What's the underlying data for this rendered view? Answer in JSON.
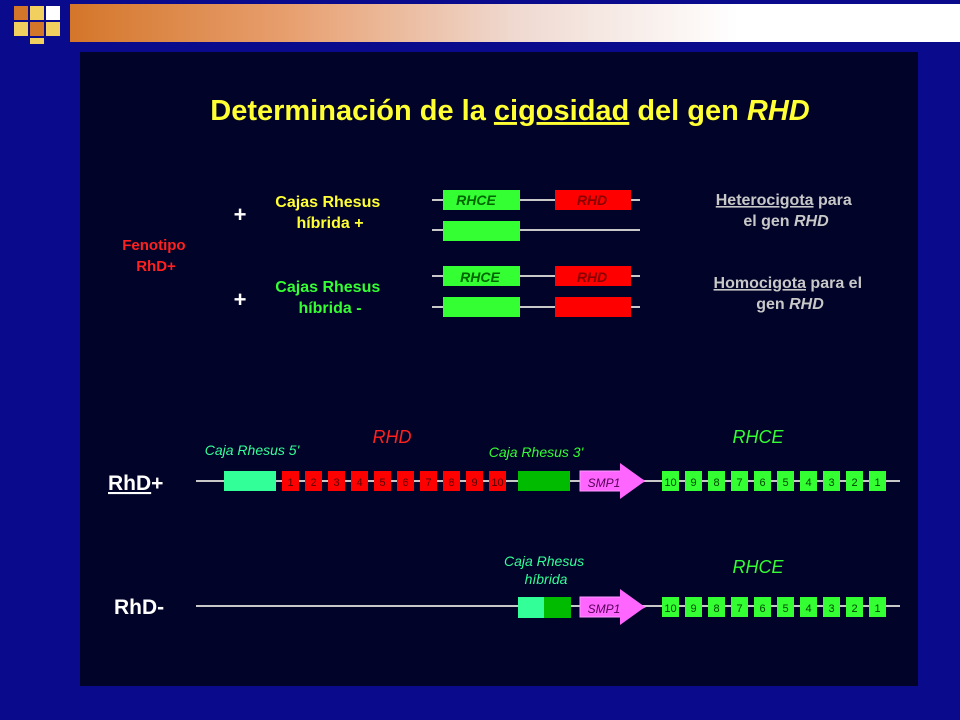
{
  "title": {
    "prefix": "Determinación de la ",
    "underlined": "cigosidad",
    "middle": " del gen ",
    "gene": "RHD"
  },
  "phenotype_label": {
    "line1": "Fenotipo",
    "line2": "RhD+"
  },
  "rows": [
    {
      "sign": "+",
      "box_line1": "Cajas Rhesus",
      "box_line2": "híbrida +",
      "gene_a": "RHCE",
      "gene_b": "RHD",
      "result_line1_underlined": "Heterocigota",
      "result_line1_rest": " para",
      "result_line2_prefix": "el gen ",
      "result_line2_gene": "RHD"
    },
    {
      "sign": "+",
      "box_line1": "Cajas Rhesus",
      "box_line2": "híbrida -",
      "gene_a": "RHCE",
      "gene_b": "RHD",
      "result_line1_underlined": "Homocigota",
      "result_line1_rest": " para el",
      "result_line2_prefix": "gen ",
      "result_line2_gene": "RHD"
    }
  ],
  "locus_pos": {
    "label_main": "RhD",
    "label_sign": "+",
    "rhesus5": "Caja Rhesus 5'",
    "rhd": "RHD",
    "rhesus3": "Caja Rhesus 3'",
    "rhce": "RHCE",
    "smp1": "SMP1",
    "rhd_exons": [
      "1",
      "2",
      "3",
      "4",
      "5",
      "6",
      "7",
      "8",
      "9",
      "10"
    ],
    "rhce_exons": [
      "10",
      "9",
      "8",
      "7",
      "6",
      "5",
      "4",
      "3",
      "2",
      "1"
    ]
  },
  "locus_neg": {
    "label": "RhD-",
    "hybrid_line1": "Caja Rhesus",
    "hybrid_line2": "híbrida",
    "rhce": "RHCE",
    "smp1": "SMP1",
    "rhce_exons": [
      "10",
      "9",
      "8",
      "7",
      "6",
      "5",
      "4",
      "3",
      "2",
      "1"
    ]
  },
  "colors": {
    "background": "#0a0a8c",
    "panel": "#010328",
    "yellow": "#ffff33",
    "green": "#33ff33",
    "red": "#ff0000",
    "teal": "#33ff99",
    "pink": "#ff66ff",
    "grey": "#c8c8c8"
  }
}
